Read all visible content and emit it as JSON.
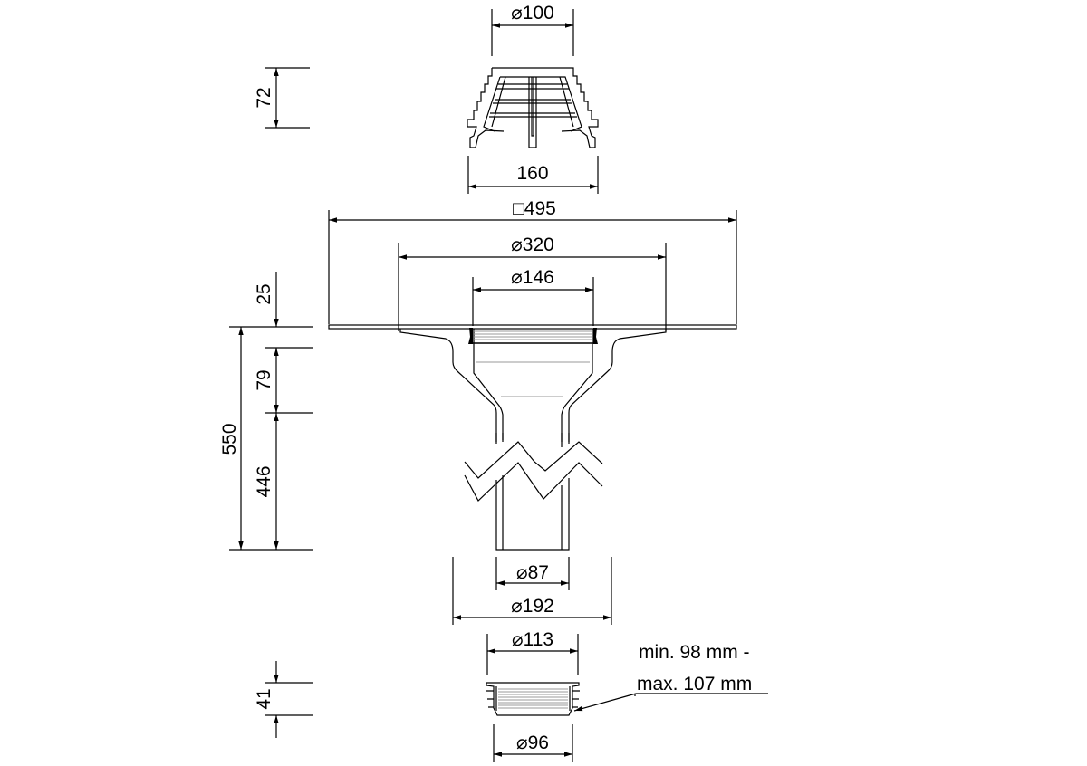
{
  "dimensions": {
    "grate_diameter": "⌀100",
    "grate_height": "72",
    "grate_base_width": "160",
    "flange_square": "□495",
    "flange_diameter": "⌀320",
    "body_diameter": "⌀146",
    "flange_thickness": "25",
    "neck_height": "79",
    "pipe_length": "446",
    "total_height": "550",
    "pipe_diameter": "⌀87",
    "outer_diameter": "⌀192",
    "insert_top_diameter": "⌀113",
    "insert_height": "41",
    "insert_bottom_diameter": "⌀96"
  },
  "note": {
    "line1": "min. 98 mm -",
    "line2": "max. 107 mm"
  }
}
